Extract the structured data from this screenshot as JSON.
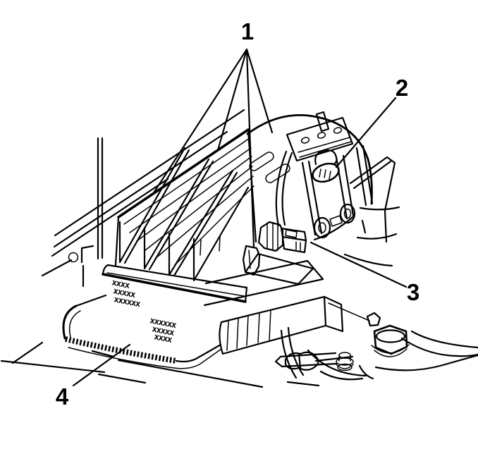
{
  "diagram": {
    "background_color": "#ffffff",
    "line_color": "#000000",
    "callouts": {
      "c1": "1",
      "c2": "2",
      "c3": "3",
      "c4": "4"
    },
    "tray_textures": {
      "a1": "xxxx",
      "a2": "xxxxx",
      "a3": "xxxxxx",
      "b1": "xxxxxx",
      "b2": "xxxxx",
      "b3": "xxxx"
    }
  }
}
